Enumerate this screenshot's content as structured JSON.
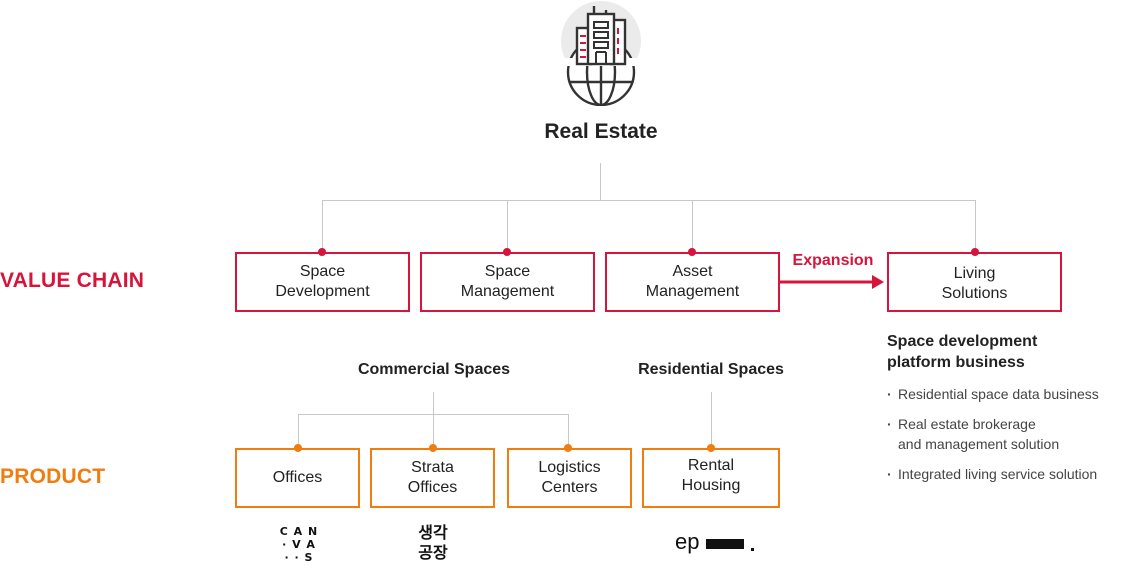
{
  "root": {
    "title": "Real Estate",
    "icon": "building-globe-icon"
  },
  "labels": {
    "value_chain": "VALUE CHAIN",
    "product": "PRODUCT"
  },
  "value_chain": [
    {
      "label": "Space\nDevelopment"
    },
    {
      "label": "Space\nManagement"
    },
    {
      "label": "Asset\nManagement"
    },
    {
      "label": "Living\nSolutions"
    }
  ],
  "expansion": {
    "label": "Expansion"
  },
  "groups": {
    "commercial": "Commercial Spaces",
    "residential": "Residential Spaces"
  },
  "products": [
    {
      "label": "Offices"
    },
    {
      "label": "Strata\nOffices"
    },
    {
      "label": "Logistics\nCenters"
    },
    {
      "label": "Rental\nHousing"
    }
  ],
  "platform": {
    "title": "Space development\nplatform business",
    "items": [
      "Residential space data business",
      "Real estate brokerage\nand management solution",
      "Integrated living service solution"
    ]
  },
  "logos": {
    "canvas_rows": [
      "C A N",
      "· V A",
      "· · S"
    ],
    "thinking_factory": [
      "생각",
      "공장"
    ],
    "ep": "ep"
  },
  "colors": {
    "red": "#d6143c",
    "orange": "#ef7d10",
    "line": "#c8c8c8"
  }
}
